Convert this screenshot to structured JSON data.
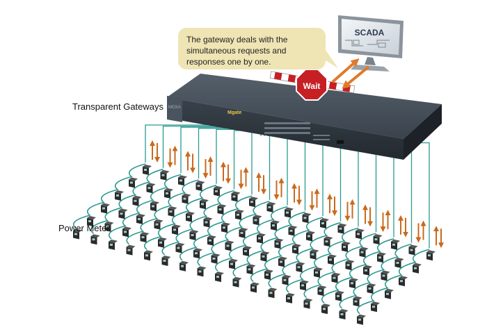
{
  "labels": {
    "gateway": "Transparent Gateways",
    "meter": "Power Meter"
  },
  "bubble": {
    "lines": [
      "The gateway deals with the",
      "simultaneous requests and",
      "responses one by one."
    ]
  },
  "scada": {
    "text": "SCADA"
  },
  "wait": {
    "text": "Wait"
  },
  "device": {
    "brand": "MOXA",
    "product": "Mgate"
  },
  "colors": {
    "cable": "#2a9a92",
    "arrow": "#c86a1e",
    "wait_sign": "#c61f24",
    "bubble": "#efe4b4",
    "device_top": "#404a55",
    "device_front": "#2c343c",
    "meter_body": "#2a2a2a"
  },
  "meters": {
    "rows": 6,
    "cols": 17
  }
}
